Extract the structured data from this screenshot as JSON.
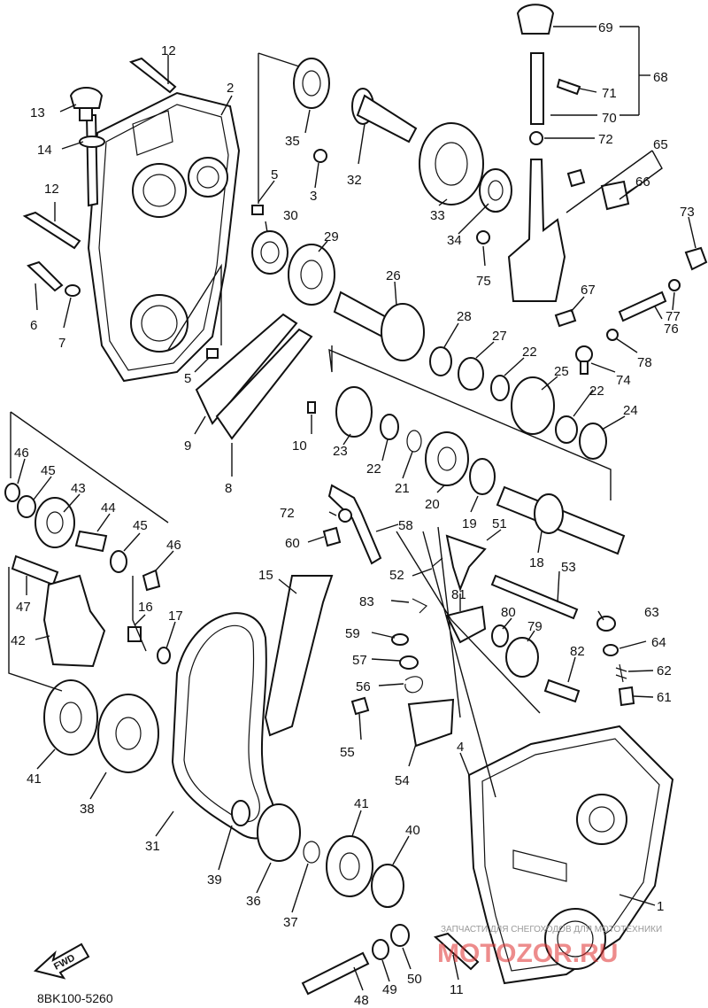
{
  "drawing_code": "8BK100-5260",
  "fwd_label": "FWD",
  "watermark": {
    "caption": "ЗАПЧАСТИ ДЛЯ СНЕГОХОДОВ ДЛЯ МОТОТЕХНИКИ",
    "brand": "MOTOZOR.RU"
  },
  "labels": {
    "p1": "1",
    "p2": "2",
    "p3": "3",
    "p4": "4",
    "p5a": "5",
    "p5b": "5",
    "p6": "6",
    "p7": "7",
    "p8": "8",
    "p9": "9",
    "p10": "10",
    "p11": "11",
    "p12a": "12",
    "p12b": "12",
    "p13": "13",
    "p14": "14",
    "p15": "15",
    "p16": "16",
    "p17": "17",
    "p18": "18",
    "p19": "19",
    "p20": "20",
    "p21": "21",
    "p22a": "22",
    "p22b": "22",
    "p22c": "22",
    "p23": "23",
    "p24": "24",
    "p25": "25",
    "p26": "26",
    "p27": "27",
    "p28": "28",
    "p29": "29",
    "p30": "30",
    "p31": "31",
    "p32": "32",
    "p33": "33",
    "p34": "34",
    "p35": "35",
    "p36": "36",
    "p37": "37",
    "p38": "38",
    "p39": "39",
    "p40": "40",
    "p41a": "41",
    "p41b": "41",
    "p42": "42",
    "p43": "43",
    "p44": "44",
    "p45a": "45",
    "p45b": "45",
    "p46a": "46",
    "p46b": "46",
    "p47": "47",
    "p48": "48",
    "p49": "49",
    "p50": "50",
    "p51": "51",
    "p52": "52",
    "p53": "53",
    "p54": "54",
    "p55": "55",
    "p56": "56",
    "p57": "57",
    "p58": "58",
    "p59": "59",
    "p60": "60",
    "p61": "61",
    "p62": "62",
    "p63": "63",
    "p64": "64",
    "p65": "65",
    "p66": "66",
    "p67": "67",
    "p68": "68",
    "p69": "69",
    "p70": "70",
    "p71": "71",
    "p72a": "72",
    "p72b": "72",
    "p73": "73",
    "p74": "74",
    "p75": "75",
    "p76": "76",
    "p77": "77",
    "p78": "78",
    "p79": "79",
    "p80": "80",
    "p81": "81",
    "p82": "82",
    "p83": "83"
  }
}
